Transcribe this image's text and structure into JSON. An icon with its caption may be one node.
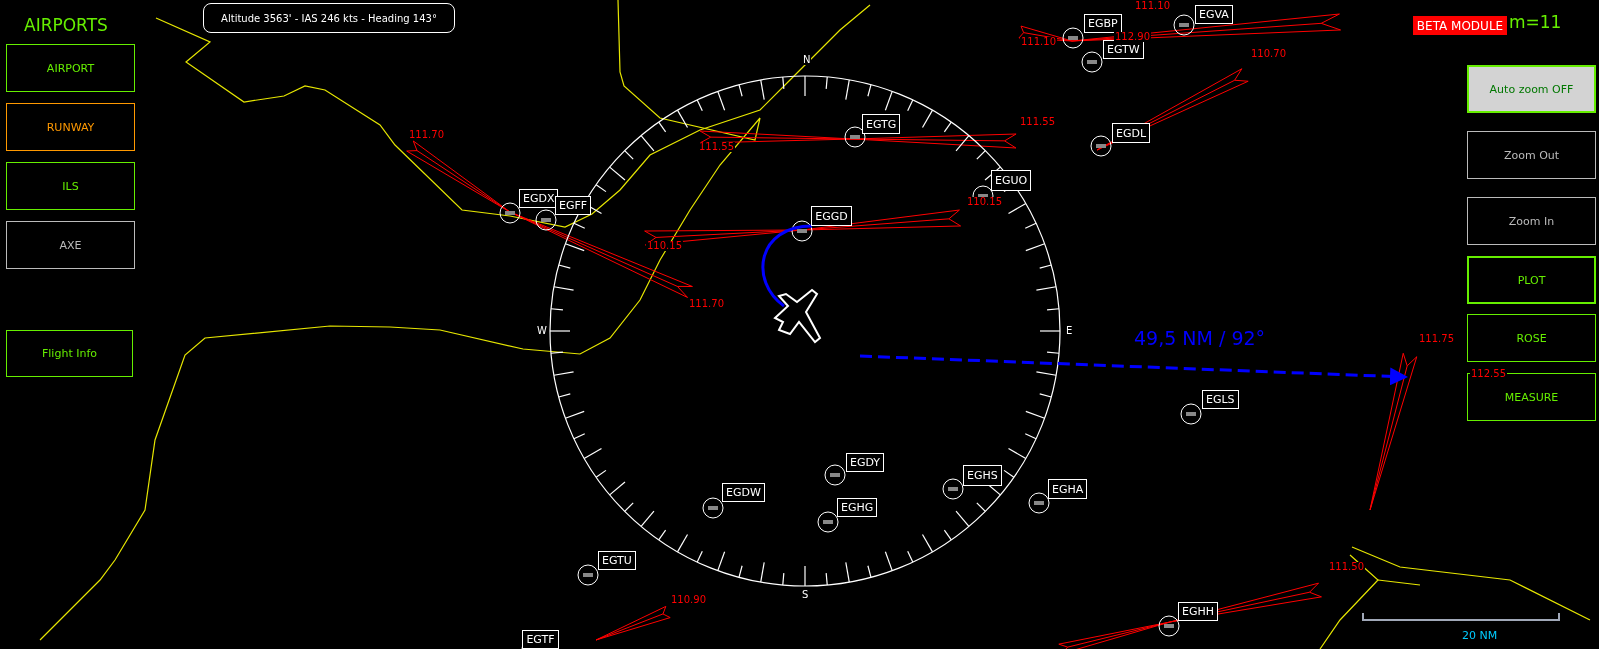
{
  "diagram": {
    "nodes": [
      {
        "text": [
          "Altitude 3563' - IAS 246 kts - Heading 143°"
        ]
      },
      {
        "text": [
          "EGVA"
        ]
      },
      {
        "text": [
          "EGBP"
        ]
      },
      {
        "text": [
          "BETA MODULE"
        ]
      },
      {
        "text": [
          "EGTW"
        ]
      },
      {
        "text": [
          "AIRPORT"
        ],
        "beside": [
          "AIRPORTS"
        ]
      },
      {
        "text": [
          "Auto zoom OFF"
        ]
      },
      {
        "text": [
          "RUNWAY"
        ]
      },
      {
        "text": [
          "EGTG"
        ]
      },
      {
        "text": [
          "EGDL"
        ]
      },
      {
        "text": [
          "Zoom Out"
        ]
      },
      {
        "text": [
          "ILS"
        ]
      },
      {
        "text": [
          "EGUO"
        ]
      },
      {
        "text": [
          "EGDX"
        ]
      },
      {
        "text": [
          "EGFF"
        ]
      },
      {
        "text": [
          "EGGD"
        ]
      },
      {
        "text": [
          "Zoom In"
        ]
      },
      {
        "text": [
          "AXE"
        ]
      },
      {
        "text": [
          "PLOT"
        ]
      },
      {
        "text": [
          "ROSE"
        ]
      },
      {
        "text": [
          "Flight Info"
        ]
      },
      {
        "text": [
          "MEASURE"
        ]
      },
      {
        "text": [
          "EGLS"
        ]
      },
      {
        "text": [
          "EGDY"
        ]
      },
      {
        "text": [
          "EGHS"
        ]
      },
      {
        "text": [
          "EGHA"
        ]
      },
      {
        "text": [
          "EGDW"
        ]
      },
      {
        "text": [
          "EGHG"
        ]
      },
      {
        "text": [
          "EGTU"
        ]
      },
      {
        "text": [
          "EGHH"
        ]
      },
      {
        "text": [
          "EGTF"
        ]
      },
      {
        "text": [],
        "shape": "picture"
      }
    ],
    "edges": [
      {
        "from": 31,
        "to": 15,
        "arrow": "none"
      }
    ],
    "labels": [
      "111.10",
      "m=11",
      "112.90",
      "111.10",
      "N",
      "110.70",
      "111.70",
      "111.55",
      "111.55",
      "110.15",
      "110.15",
      "111.70",
      "W",
      "E",
      "49,5 NM / 92°",
      "111.75",
      "112.55",
      "S",
      "111.50",
      "110.90",
      "20 NM"
    ]
  }
}
